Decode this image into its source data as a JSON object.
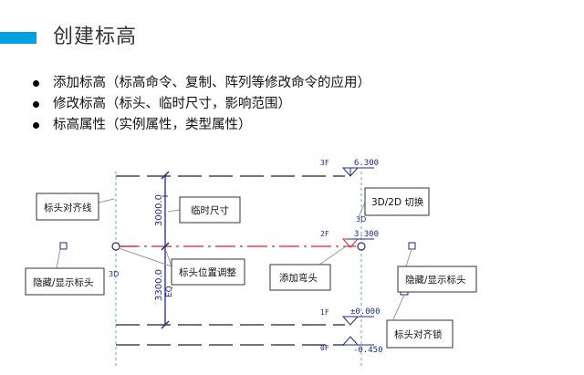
{
  "slide": {
    "title": "创建标高",
    "bullets": [
      "添加标高（标高命令、复制、阵列等修改命令的应用）",
      "修改标高（标头、临时尺寸，影响范围）",
      "标高属性（实例属性，类型属性）"
    ],
    "accent_color": "#00a0e4"
  },
  "diagram": {
    "levels": {
      "3f_name": "3F",
      "3f_elev": "6.300",
      "2f_name": "2F",
      "2f_elev": "3.300",
      "1f_name": "1F",
      "1f_elev": "±0.000",
      "0f_name": "0F",
      "0f_elev": "-0.450"
    },
    "dims": {
      "upper": "3000.0",
      "lower": "3300.0"
    },
    "tags": {
      "left_3d": "3D",
      "right_3d": "3D"
    },
    "callouts": {
      "align_line": "标头对齐线",
      "temp_dim": "临时尺寸",
      "switch_3d2d": "3D/2D 切换",
      "hide_show_left": "隐藏/显示标头",
      "head_adjust": "标头位置调整",
      "add_elbow": "添加弯头",
      "hide_show_right": "隐藏/显示标头",
      "align_lock": "标头对齐锁"
    },
    "colors": {
      "blue": "#1c2a8c",
      "red": "#e0202a",
      "dash": "#222222",
      "align": "#5fa9d8"
    }
  }
}
